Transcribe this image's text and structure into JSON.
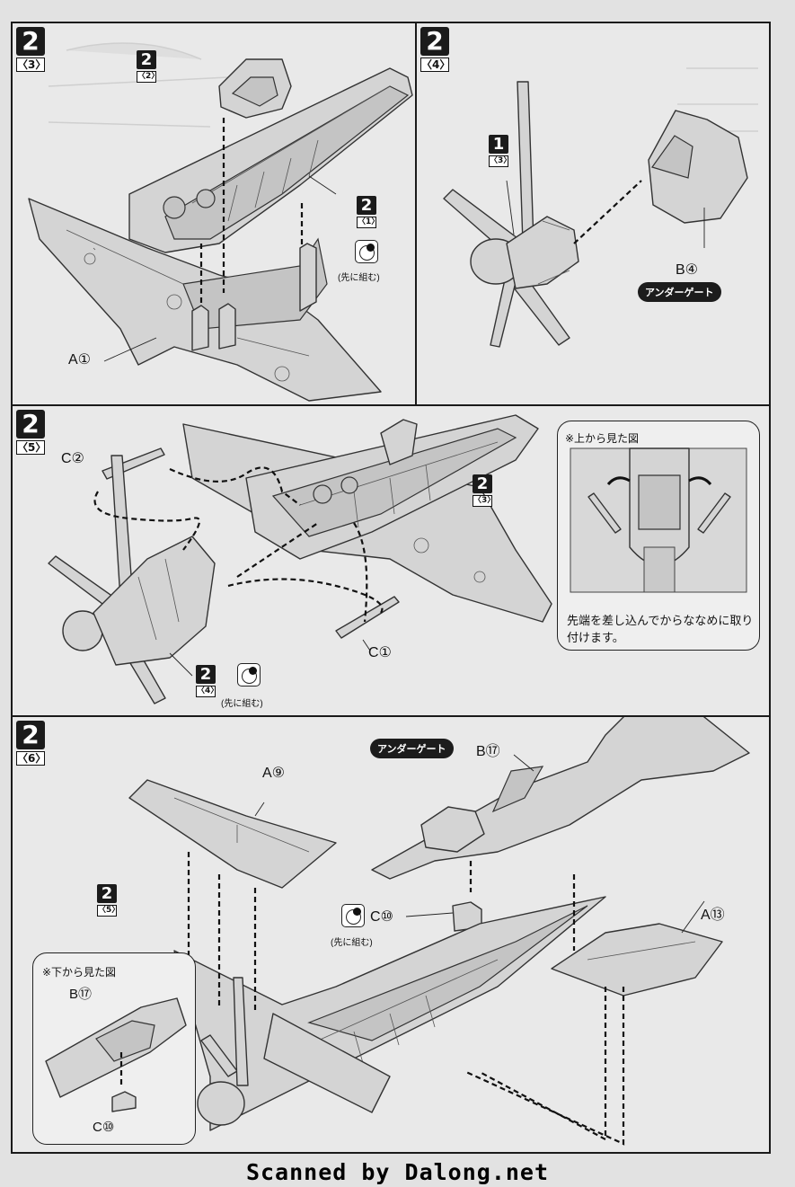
{
  "steps": [
    {
      "num": "2",
      "sub": "〈3〉"
    },
    {
      "num": "2",
      "sub": "〈4〉"
    },
    {
      "num": "2",
      "sub": "〈5〉"
    },
    {
      "num": "2",
      "sub": "〈6〉"
    }
  ],
  "refs": {
    "r2_2": {
      "num": "2",
      "sub": "〈2〉"
    },
    "r2_1": {
      "num": "2",
      "sub": "〈1〉"
    },
    "r1_3": {
      "num": "1",
      "sub": "〈3〉"
    },
    "r2_3": {
      "num": "2",
      "sub": "〈3〉"
    },
    "r2_4": {
      "num": "2",
      "sub": "〈4〉"
    },
    "r2_5": {
      "num": "2",
      "sub": "〈5〉"
    }
  },
  "parts": {
    "a1": "A①",
    "b4": "B④",
    "c2": "C②",
    "c1": "C①",
    "a9": "A⑨",
    "b17": "B⑰",
    "c10": "C⑩",
    "a13": "A⑬",
    "b17_inset": "B⑰",
    "c10_inset": "C⑩"
  },
  "gate_label": "アンダーゲート",
  "first_assembly": "(先に組む)",
  "notes": {
    "top_view_title": "※上から見た図",
    "top_view_text": "先端を差し込んでからななめに取り付けます。",
    "bottom_view_title": "※下から見た図"
  },
  "footer": "Scanned by Dalong.net"
}
